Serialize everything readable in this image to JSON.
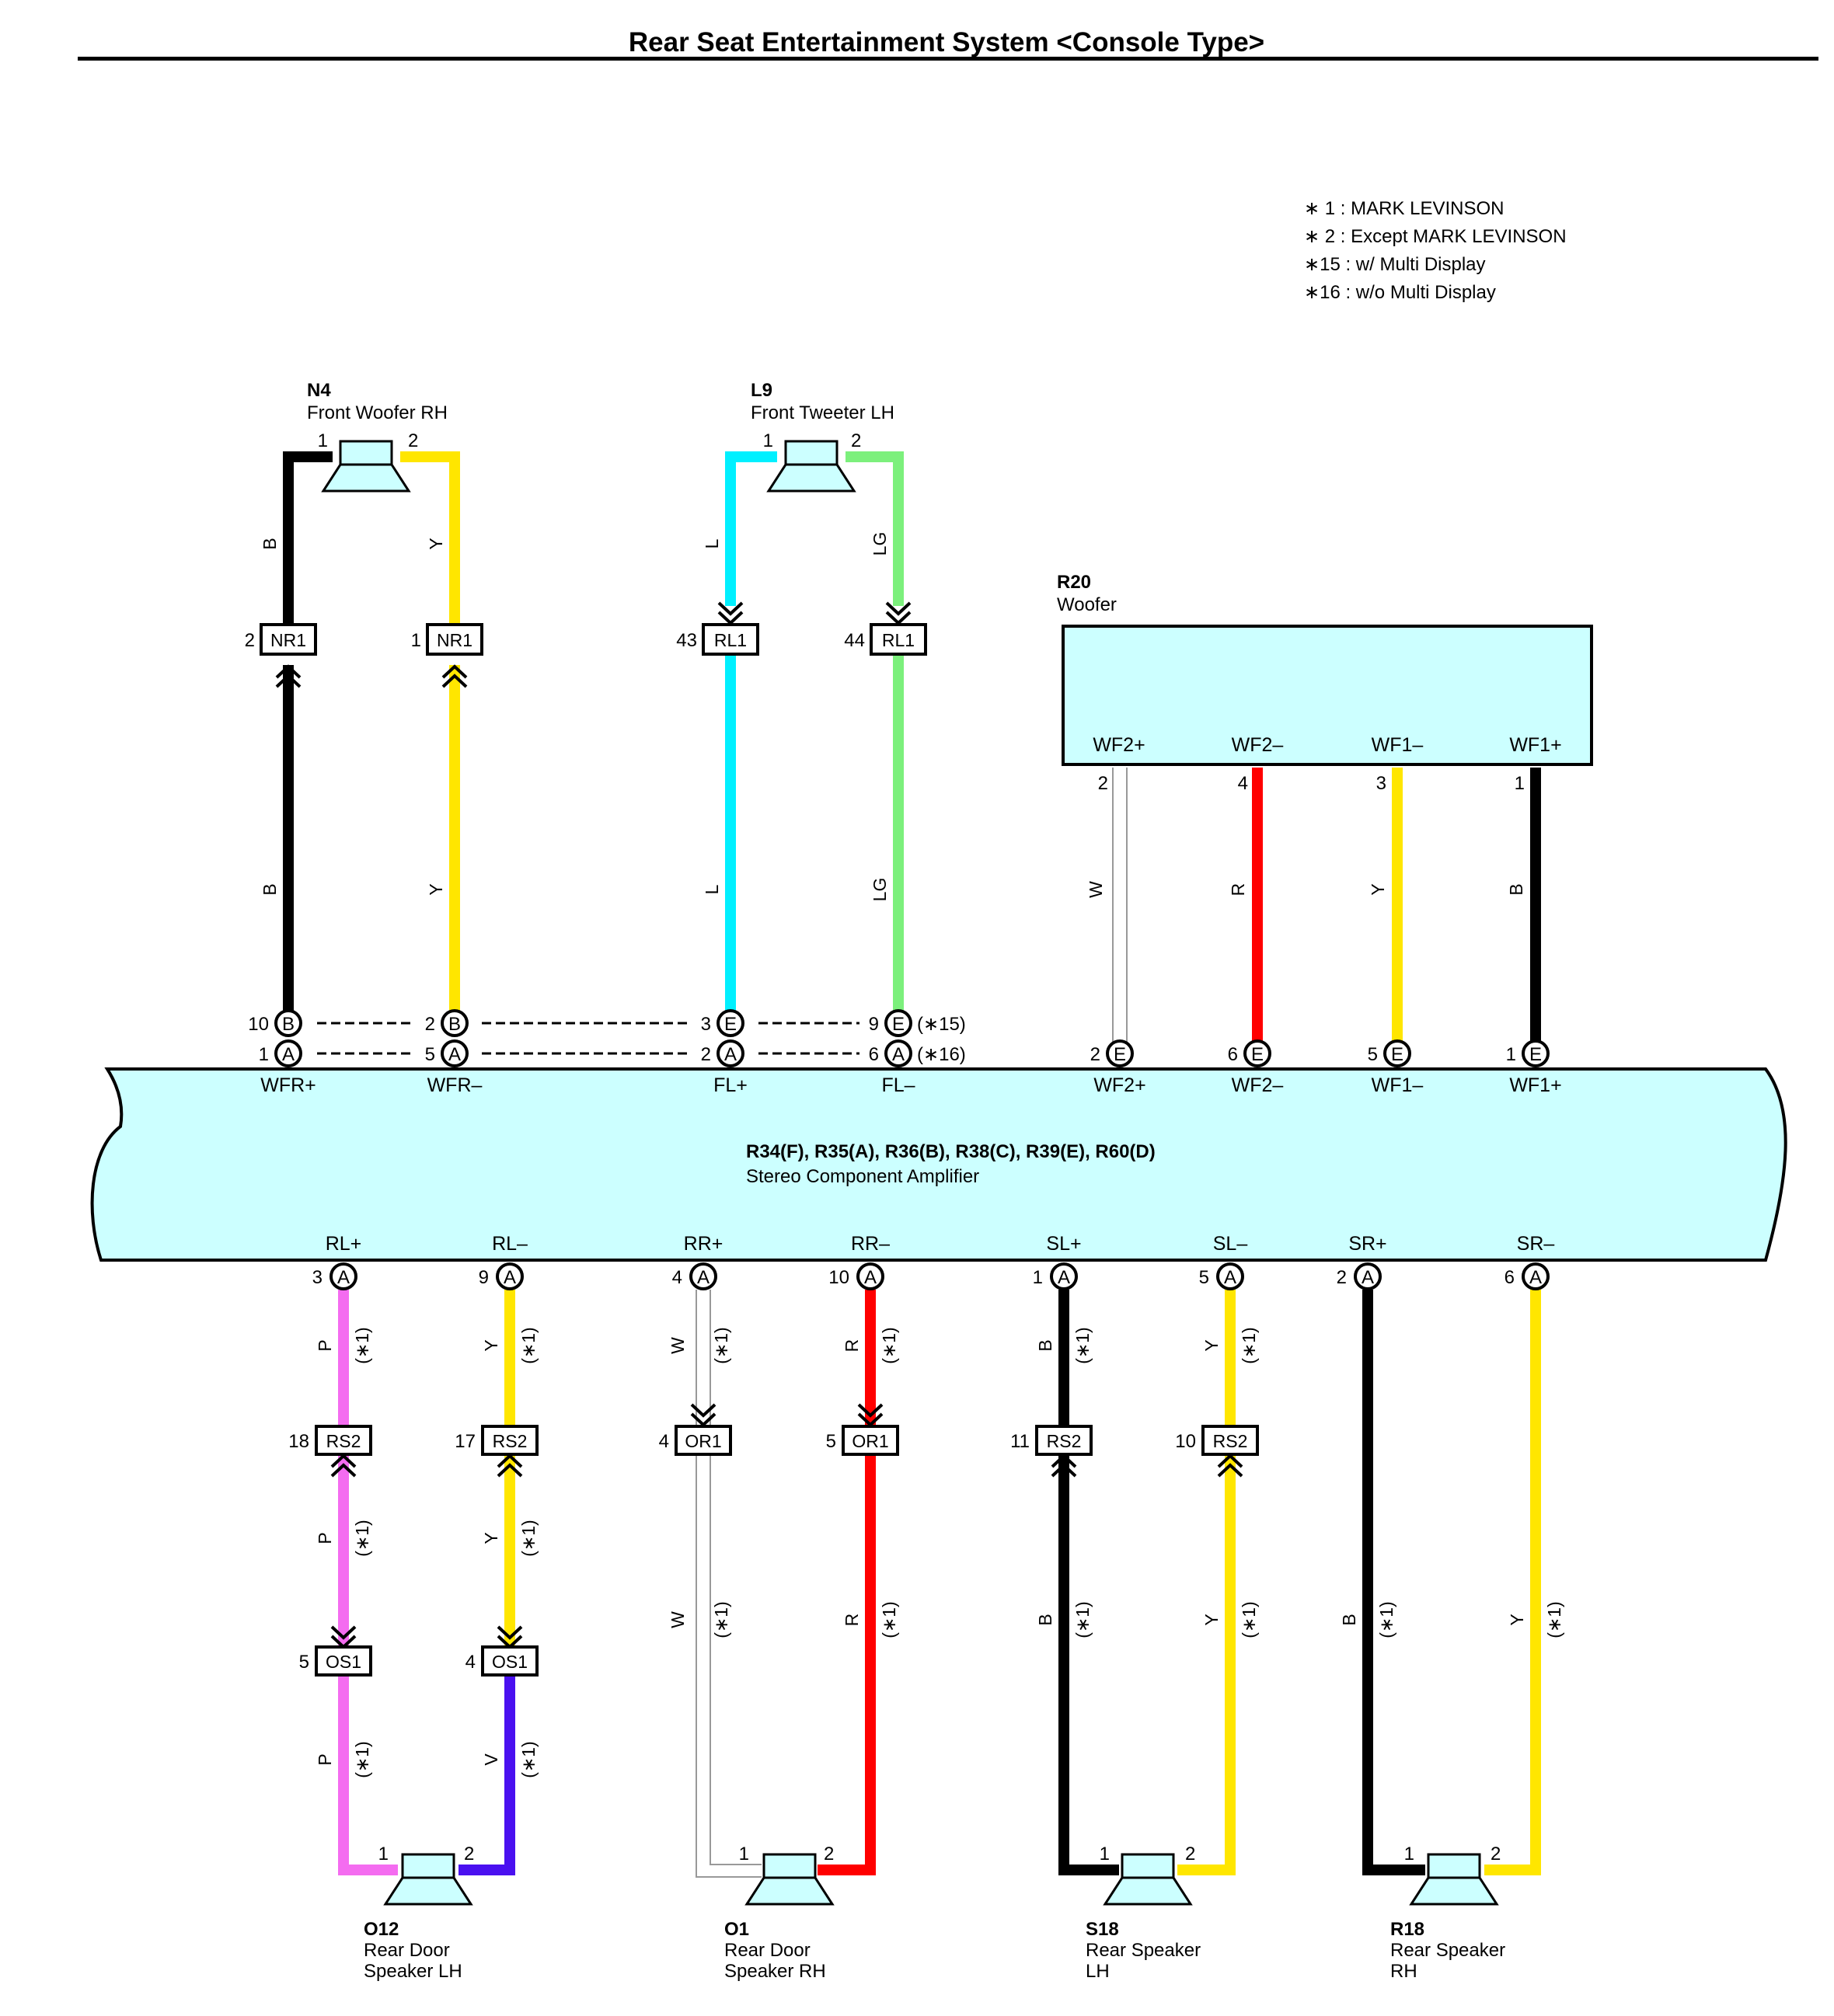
{
  "title": "Rear Seat Entertainment System <Console Type>",
  "notes": [
    "∗ 1 : MARK LEVINSON",
    "∗ 2 : Except MARK LEVINSON",
    "∗15 : w/ Multi Display",
    "∗16 : w/o Multi Display"
  ],
  "amplifier": {
    "code": "R34(F), R35(A), R36(B), R38(C), R39(E), R60(D)",
    "name": "Stereo Component Amplifier",
    "top_terminals": [
      "WFR+",
      "WFR–",
      "FL+",
      "FL–",
      "WF2+",
      "WF2–",
      "WF1–",
      "WF1+"
    ],
    "bottom_terminals": [
      "RL+",
      "RL–",
      "RR+",
      "RR–",
      "SL+",
      "SL–",
      "SR+",
      "SR–"
    ]
  },
  "woofer": {
    "code": "R20",
    "name": "Woofer",
    "terminals": [
      "WF2+",
      "WF2–",
      "WF1–",
      "WF1+"
    ],
    "pins": [
      "2",
      "4",
      "3",
      "1"
    ]
  },
  "speakers": {
    "n4": {
      "code": "N4",
      "name": "Front Woofer RH",
      "pin1": "1",
      "pin2": "2"
    },
    "l9": {
      "code": "L9",
      "name": "Front Tweeter LH",
      "pin1": "1",
      "pin2": "2"
    },
    "o12": {
      "code": "O12",
      "name1": "Rear Door",
      "name2": "Speaker LH",
      "pin1": "1",
      "pin2": "2"
    },
    "o1": {
      "code": "O1",
      "name1": "Rear Door",
      "name2": "Speaker RH",
      "pin1": "1",
      "pin2": "2"
    },
    "s18": {
      "code": "S18",
      "name1": "Rear Speaker",
      "name2": "LH",
      "pin1": "1",
      "pin2": "2"
    },
    "r18": {
      "code": "R18",
      "name1": "Rear Speaker",
      "name2": "RH",
      "pin1": "1",
      "pin2": "2"
    }
  },
  "junctions": {
    "top": [
      {
        "pin": "2",
        "label": "NR1"
      },
      {
        "pin": "1",
        "label": "NR1"
      },
      {
        "pin": "43",
        "label": "RL1"
      },
      {
        "pin": "44",
        "label": "RL1"
      }
    ],
    "rs_or": [
      {
        "pin": "18",
        "label": "RS2"
      },
      {
        "pin": "17",
        "label": "RS2"
      },
      {
        "pin": "4",
        "label": "OR1"
      },
      {
        "pin": "5",
        "label": "OR1"
      },
      {
        "pin": "11",
        "label": "RS2"
      },
      {
        "pin": "10",
        "label": "RS2"
      }
    ],
    "os": [
      {
        "pin": "5",
        "label": "OS1"
      },
      {
        "pin": "4",
        "label": "OS1"
      }
    ]
  },
  "amp_pins_top": {
    "row15": [
      {
        "pin": "10",
        "conn": "B"
      },
      {
        "pin": "2",
        "conn": "B"
      },
      {
        "pin": "3",
        "conn": "E"
      },
      {
        "pin": "9",
        "conn": "E"
      }
    ],
    "row16": [
      {
        "pin": "1",
        "conn": "A"
      },
      {
        "pin": "5",
        "conn": "A"
      },
      {
        "pin": "2",
        "conn": "A"
      },
      {
        "pin": "6",
        "conn": "A"
      }
    ],
    "note15": "(∗15)",
    "note16": "(∗16)",
    "woofer_side": [
      {
        "pin": "2",
        "conn": "E"
      },
      {
        "pin": "6",
        "conn": "E"
      },
      {
        "pin": "5",
        "conn": "E"
      },
      {
        "pin": "1",
        "conn": "E"
      }
    ]
  },
  "amp_pins_bottom": [
    {
      "pin": "3",
      "conn": "A"
    },
    {
      "pin": "9",
      "conn": "A"
    },
    {
      "pin": "4",
      "conn": "A"
    },
    {
      "pin": "10",
      "conn": "A"
    },
    {
      "pin": "1",
      "conn": "A"
    },
    {
      "pin": "5",
      "conn": "A"
    },
    {
      "pin": "2",
      "conn": "A"
    },
    {
      "pin": "6",
      "conn": "A"
    }
  ],
  "wire_colors": {
    "upper": [
      "B",
      "Y",
      "L",
      "LG",
      "W",
      "R",
      "Y",
      "B"
    ],
    "lower": [
      "P",
      "Y",
      "W",
      "R",
      "B",
      "Y",
      "B",
      "Y",
      "V"
    ]
  },
  "wire_note": "(∗1)",
  "colors": {
    "B": "#000000",
    "Y": "#ffe600",
    "L": "#00f0ff",
    "LG": "#7cf07c",
    "W": "#999999",
    "R": "#ff0000",
    "P": "#f46cf0",
    "V": "#4a10f0",
    "panel": "#ccffff"
  }
}
